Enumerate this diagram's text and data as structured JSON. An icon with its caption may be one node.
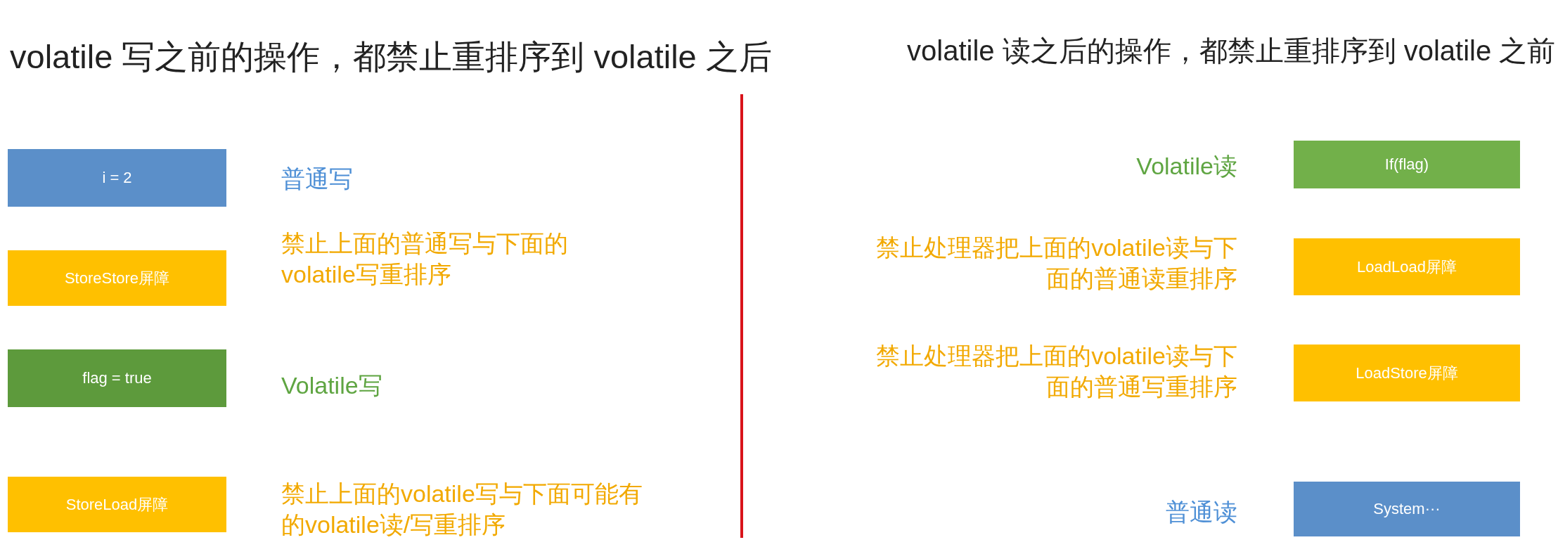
{
  "diagram": {
    "nodes": [
      {
        "text": [
          "i = 2"
        ],
        "beside": [
          "普通写"
        ]
      },
      {
        "text": [
          "StoreStore屏障"
        ],
        "beside": [
          "禁止上面的普通写与下面的volatile写重排序"
        ]
      },
      {
        "text": [
          "flag = true"
        ],
        "beside": [
          "Volatile写"
        ]
      },
      {
        "text": [
          "StoreLoad屏障"
        ],
        "beside": [
          "禁止上面的volatile写与下面可能有的volatile读/写重排序"
        ]
      },
      {
        "text": [
          "If(flag)"
        ],
        "beside": [
          "Volatile读"
        ]
      },
      {
        "text": [
          "LoadLoad屏障"
        ],
        "beside": [
          "禁止处理器把上面的volatile读与下面的普通读重排序"
        ]
      },
      {
        "text": [
          "LoadStore屏障"
        ],
        "beside": [
          "禁止处理器把上面的volatile读与下面的普通写重排序"
        ]
      },
      {
        "text": [
          "System···"
        ],
        "beside": [
          "普通读"
        ]
      }
    ],
    "labels": [
      "volatile 写之前的操作，都禁止重排序到 volatile 之后",
      "volatile 读之后的操作，都禁止重排序到 volatile 之前"
    ]
  }
}
